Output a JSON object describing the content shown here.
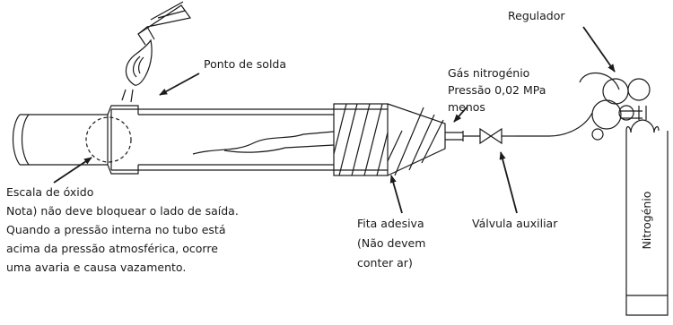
{
  "labels": {
    "regulador": "Regulador",
    "ponto_solda": "Ponto de solda",
    "gas_line1": "Gás nitrogénio",
    "gas_line2": "Pressão 0,02 MPa",
    "gas_line3": "menos",
    "escala": "Escala de óxido",
    "nota_line1": "Nota) não deve bloquear o lado de saída.",
    "nota_line2": "Quando a pressão interna no tubo está",
    "nota_line3": "acima da pressão atmosférica, ocorre",
    "nota_line4": "uma avaria e causa vazamento.",
    "fita_line1": "Fita adesiva",
    "fita_line2": "(Não devem",
    "fita_line3": "conter ar)",
    "valvula": "Válvula auxiliar",
    "nitrogenio": "Nitrogénio"
  },
  "colors": {
    "line": "#1a1a1a",
    "background": "#ffffff"
  }
}
